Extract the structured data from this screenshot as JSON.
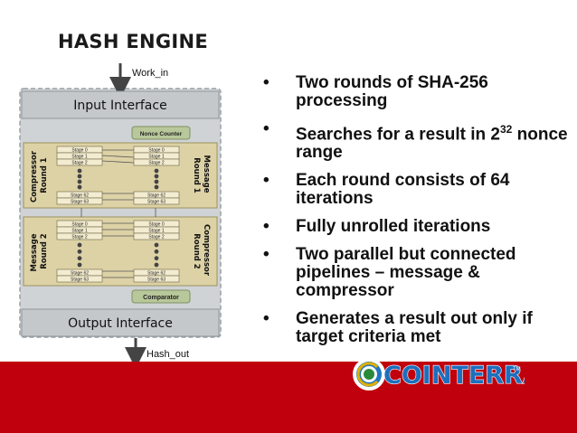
{
  "slide": {
    "title": "HASH ENGINE",
    "colors": {
      "accent_red": "#c0000c",
      "panel": "#cfd3d6",
      "round_box": "#ddd2a6",
      "badge": "#b8c89a"
    }
  },
  "diagram": {
    "work_in": "Work_in",
    "hash_out": "Hash_out",
    "input_interface": "Input Interface",
    "output_interface": "Output Interface",
    "nonce_counter": "Nonce Counter",
    "comparator": "Comparator",
    "side_labels": {
      "compressor_round_1": [
        "Compressor",
        "Round 1"
      ],
      "message_round_1": [
        "Message",
        "Round 1"
      ],
      "message_round_2": [
        "Message",
        "Round 2"
      ],
      "compressor_round_2": [
        "Compressor",
        "Round 2"
      ]
    },
    "stages": {
      "first": [
        "Stage 0",
        "Stage 1",
        "Stage 2"
      ],
      "last": [
        "Stage 62",
        "Stage 63"
      ]
    }
  },
  "bullets": [
    {
      "text": "Two rounds of SHA-256 processing"
    },
    {
      "text_before": "Searches for a result in 2",
      "sup": "32",
      "text_after": " nonce range"
    },
    {
      "text": "Each round consists of 64 iterations"
    },
    {
      "text": "Fully unrolled iterations"
    },
    {
      "text": "Two parallel but connected pipelines – message & compressor"
    },
    {
      "text": "Generates a result out only if target criteria met"
    }
  ],
  "logo": {
    "text": "COINTERRA",
    "tm": "TM"
  }
}
